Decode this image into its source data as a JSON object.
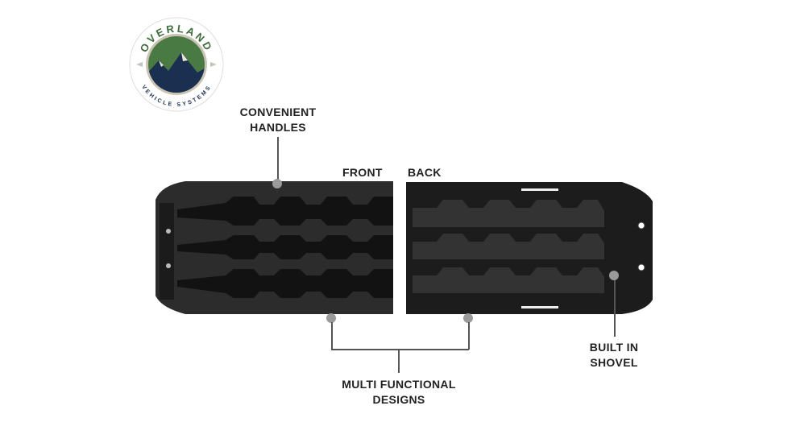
{
  "logo": {
    "top_text": "OVERLAND",
    "bottom_text": "VEHICLE SYSTEMS",
    "colors": {
      "green": "#4a7a44",
      "navy": "#1b3050",
      "ring": "#c9c3b4"
    }
  },
  "labels": {
    "handles": [
      "CONVENIENT",
      "HANDLES"
    ],
    "front": "FRONT",
    "back": "BACK",
    "multi": [
      "MULTI FUNCTIONAL",
      "DESIGNS"
    ],
    "shovel": [
      "BUILT IN",
      "SHOVEL"
    ]
  },
  "colors": {
    "board": "#2a2a2a",
    "board_dark": "#141414",
    "callout_dot": "#9a9a9a",
    "callout_line": "#555555"
  }
}
